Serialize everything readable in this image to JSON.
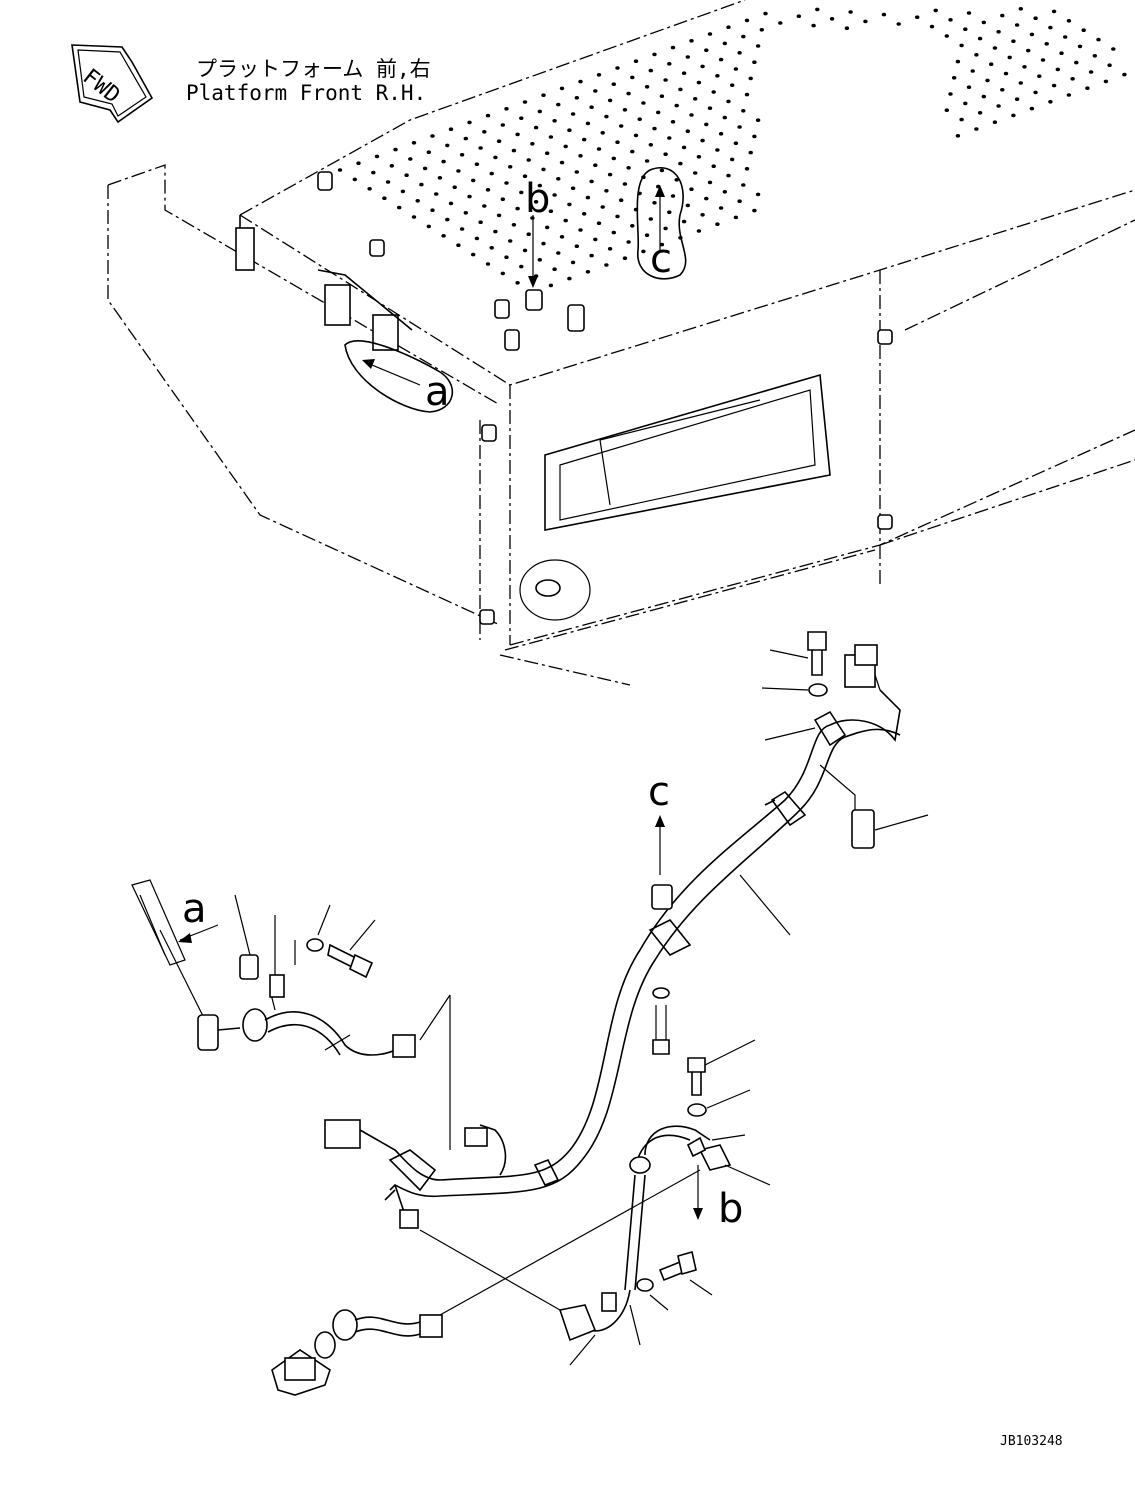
{
  "header": {
    "jp": "プラットフォーム 前,右",
    "en": "Platform Front R.H."
  },
  "fwd_label": "FWD",
  "callouts": {
    "a": "a",
    "b": "b",
    "c": "c"
  },
  "drawing_code": "JB103248"
}
